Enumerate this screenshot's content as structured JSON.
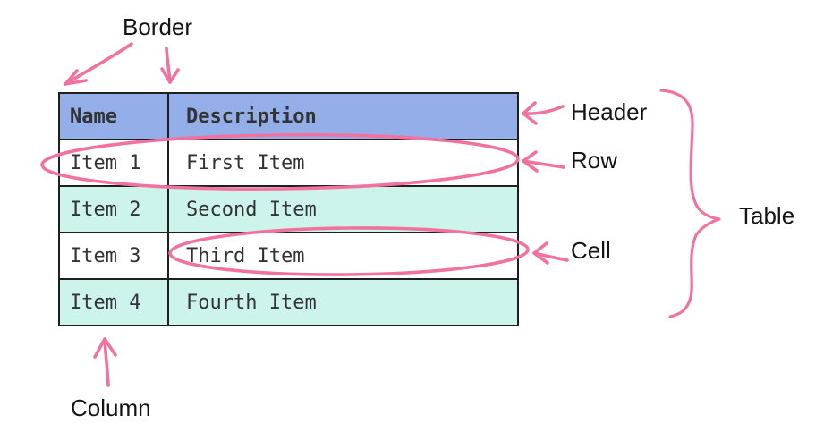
{
  "table": {
    "headers": [
      "Name",
      "Description"
    ],
    "rows": [
      {
        "name": "Item 1",
        "description": "First Item"
      },
      {
        "name": "Item 2",
        "description": "Second Item"
      },
      {
        "name": "Item 3",
        "description": "Third Item"
      },
      {
        "name": "Item 4",
        "description": "Fourth Item"
      }
    ]
  },
  "annotations": {
    "border": "Border",
    "header": "Header",
    "row": "Row",
    "cell": "Cell",
    "table": "Table",
    "column": "Column"
  },
  "colors": {
    "header_bg": "#94aeea",
    "stripe_bg": "#cdf4ec",
    "row_bg": "#ffffff",
    "border": "#1f1f1f",
    "annotation": "#f2729f",
    "table_text": "#333333",
    "label_text": "#141414"
  }
}
